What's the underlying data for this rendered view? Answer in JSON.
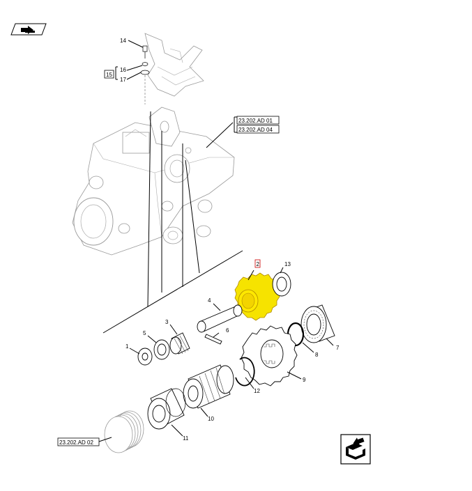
{
  "nav": {
    "prev_icon": "page-prev-icon",
    "next_icon": "page-next-icon"
  },
  "refs": {
    "ad01": "23.202.AD 01",
    "ad04": "23.202.AD 04",
    "ad02": "23.202.AD 02"
  },
  "callouts": {
    "c1": "1",
    "c2": "2",
    "c3": "3",
    "c4": "4",
    "c5": "5",
    "c6": "6",
    "c7": "7",
    "c8": "8",
    "c9": "9",
    "c10": "10",
    "c11": "11",
    "c12": "12",
    "c13": "13",
    "c14": "14",
    "c15": "15",
    "c16": "16",
    "c17": "17"
  },
  "highlight_color": "#f6e300"
}
